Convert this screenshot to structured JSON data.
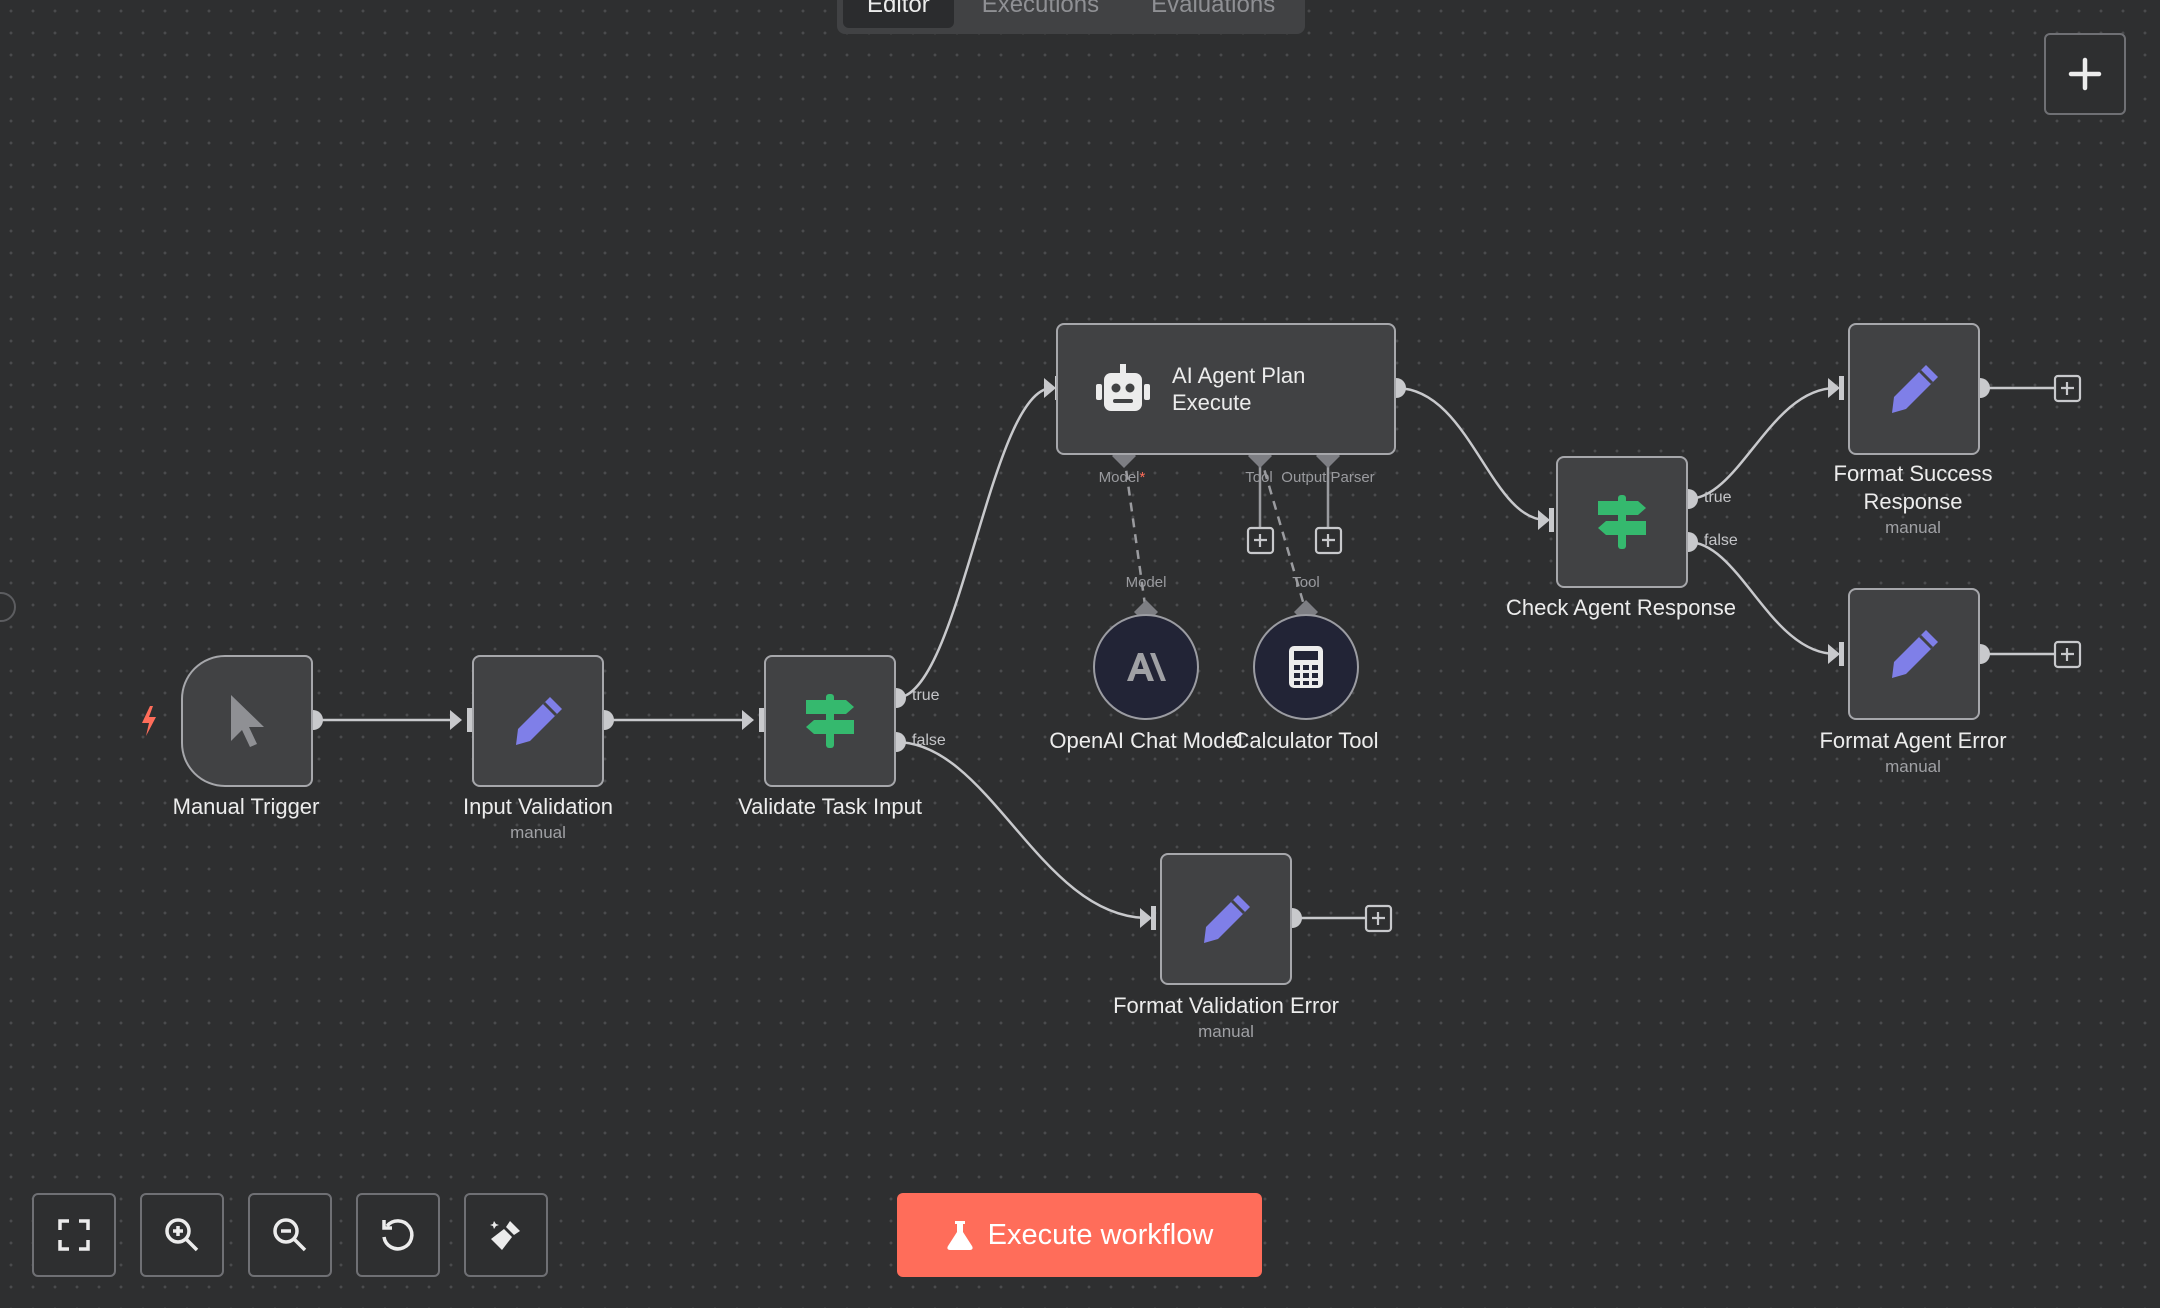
{
  "tabs": [
    {
      "label": "Editor",
      "active": true
    },
    {
      "label": "Executions",
      "active": false
    },
    {
      "label": "Evaluations",
      "active": false
    }
  ],
  "nodes": {
    "manual_trigger": {
      "title": "Manual Trigger",
      "icon": "cursor-icon"
    },
    "input_validation": {
      "title": "Input Validation",
      "subtitle": "manual",
      "icon": "pencil-icon"
    },
    "validate_task_input": {
      "title": "Validate Task Input",
      "icon": "signpost-icon",
      "true_label": "true",
      "false_label": "false"
    },
    "ai_agent": {
      "title_line1": "AI Agent Plan",
      "title_line2": "Execute",
      "icon": "robot-icon",
      "connectors": {
        "model": "Model",
        "model_required": "*",
        "tool": "Tool",
        "output_parser": "Output Parser"
      }
    },
    "openai_chat_model": {
      "title": "OpenAI Chat Model",
      "connector_label": "Model",
      "icon": "anthropic-icon"
    },
    "calculator_tool": {
      "title": "Calculator Tool",
      "connector_label": "Tool",
      "icon": "calculator-icon"
    },
    "check_agent_response": {
      "title": "Check Agent Response",
      "icon": "signpost-icon",
      "true_label": "true",
      "false_label": "false"
    },
    "format_success_response": {
      "title": "Format Success Response",
      "subtitle": "manual",
      "icon": "pencil-icon"
    },
    "format_agent_error": {
      "title": "Format Agent Error",
      "subtitle": "manual",
      "icon": "pencil-icon"
    },
    "format_validation_error": {
      "title": "Format Validation Error",
      "subtitle": "manual",
      "icon": "pencil-icon"
    }
  },
  "toolbar": {
    "buttons": [
      "fit-view-icon",
      "zoom-in-icon",
      "zoom-out-icon",
      "reset-zoom-icon",
      "tidy-up-icon"
    ],
    "execute_label": "Execute workflow"
  },
  "colors": {
    "accent": "#ff6d5a",
    "pencil": "#7f7fe8",
    "signpost": "#35b96e",
    "canvas": "#2e2f30",
    "node": "#414244"
  }
}
